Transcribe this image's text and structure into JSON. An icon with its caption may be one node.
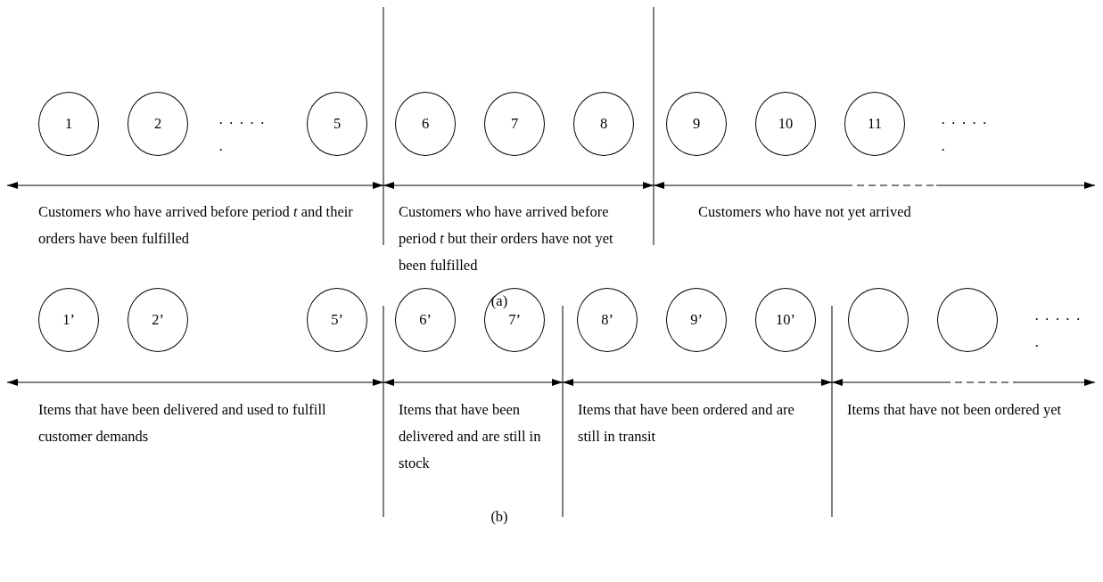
{
  "diagram": {
    "nodes": [
      {
        "text": [
          "1"
        ]
      },
      {
        "text": [
          "2"
        ]
      },
      {
        "text": [
          "5"
        ]
      },
      {
        "text": [
          "6"
        ]
      },
      {
        "text": [
          "7"
        ]
      },
      {
        "text": [
          "8"
        ]
      },
      {
        "text": [
          "9"
        ]
      },
      {
        "text": [
          "10"
        ]
      },
      {
        "text": [
          "11"
        ]
      },
      {
        "text": [
          "1’"
        ]
      },
      {
        "text": [
          "2’"
        ]
      },
      {
        "text": [
          "5’"
        ]
      },
      {
        "text": [
          "6’"
        ]
      },
      {
        "text": [
          "7’"
        ]
      },
      {
        "text": [
          "8’"
        ]
      },
      {
        "text": [
          "9’"
        ]
      },
      {
        "text": [
          "10’"
        ]
      },
      {
        "text": [],
        "shape": "circle"
      },
      {
        "text": [],
        "shape": "circle"
      }
    ],
    "labels": [
      "· · · · · ·",
      "· · · · · ·",
      "Customers who have arrived before period *t* and their orders have been fulfilled",
      "Customers who have arrived before period *t* but their orders have not yet been fulfilled",
      "Customers who have not yet arrived",
      "(a)",
      "· · · · · ·",
      "Items that have been delivered and used to fulfill customer demands",
      "Items that have been delivered and are still in stock",
      "Items that have been ordered and are still in transit",
      "Items that have not been ordered yet",
      "(b)"
    ]
  }
}
